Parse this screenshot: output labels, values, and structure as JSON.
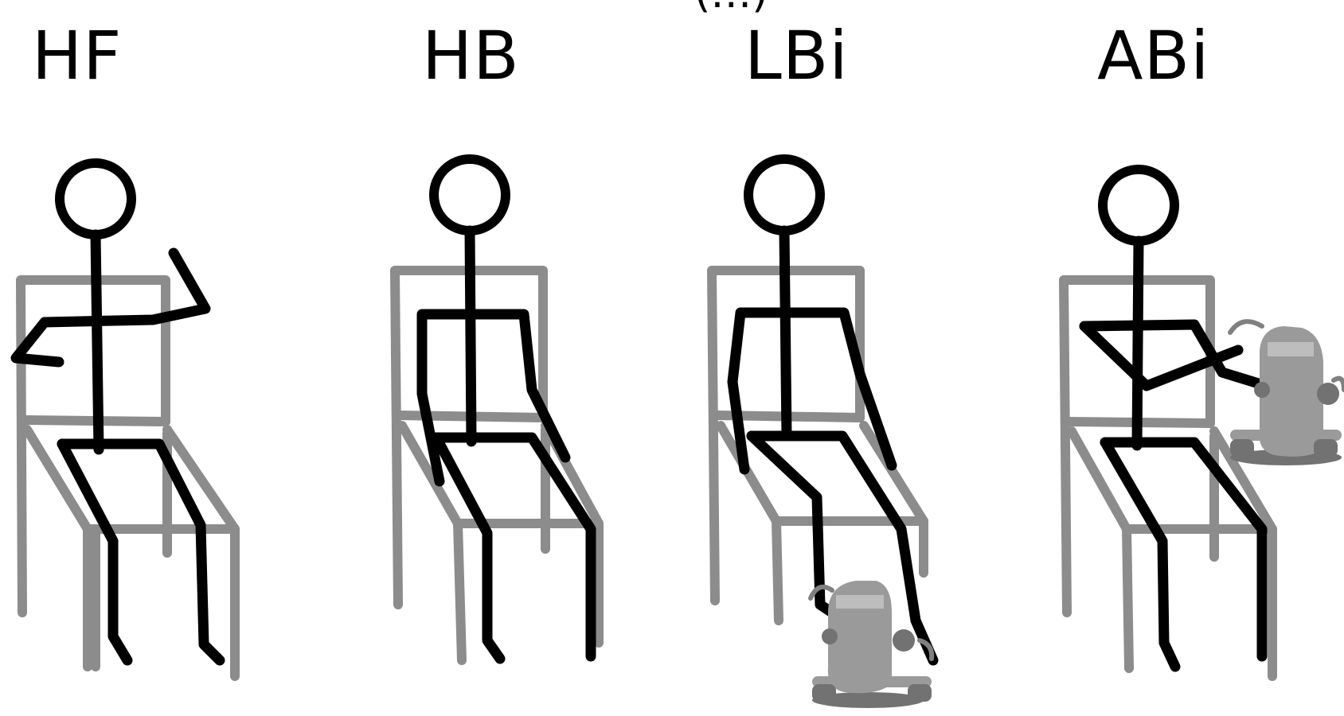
{
  "top_cut_text": "(…)",
  "panels": [
    {
      "label": "HF"
    },
    {
      "label": "HB"
    },
    {
      "label": "LBi"
    },
    {
      "label": "ABi"
    }
  ],
  "colors": {
    "figure": "#000000",
    "chair": "#8c8c8c",
    "bike": "#9a9a9a",
    "background": "#ffffff"
  },
  "icons": {
    "figure": "stick-figure-icon",
    "chair": "chair-icon",
    "bike": "pedal-exerciser-icon"
  }
}
